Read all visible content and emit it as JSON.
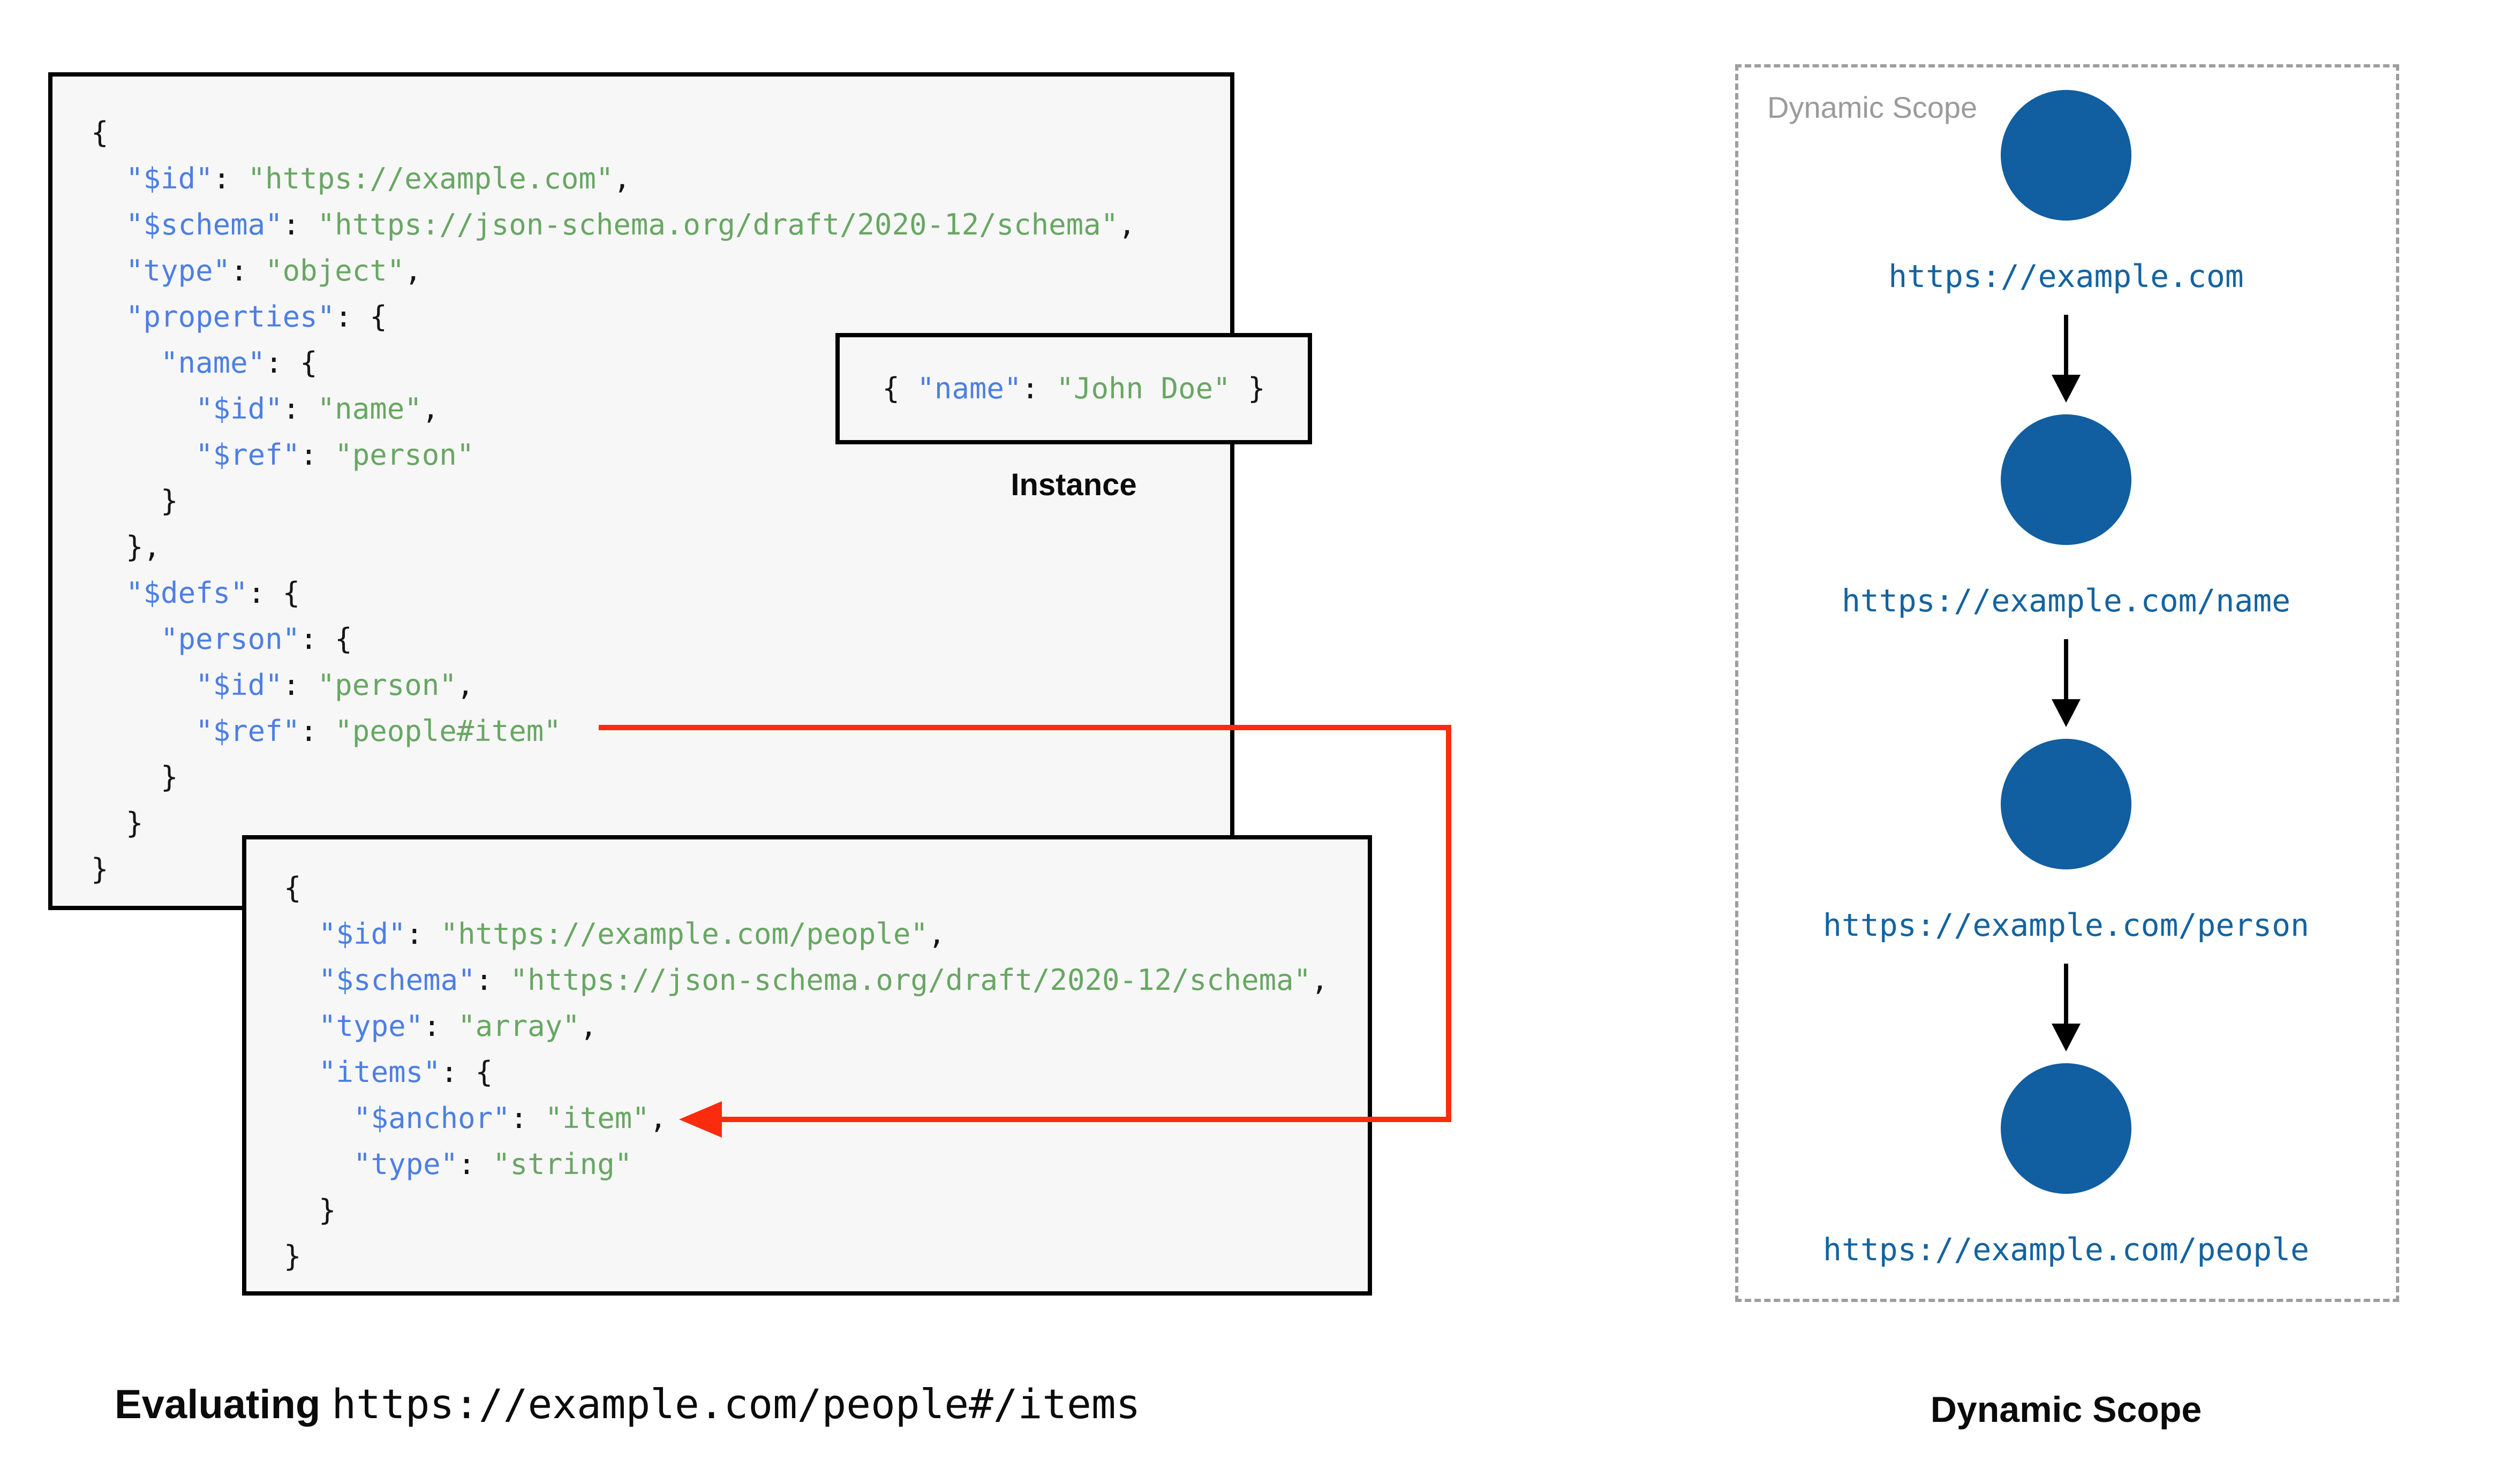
{
  "colors": {
    "key": "#4D7FE3",
    "str": "#68A763",
    "code": "#151515",
    "circle": "#115EA0",
    "url": "#1463A0",
    "red": "#FB2C0D",
    "gray": "#9B9B9B",
    "boxbg": "#F7F7F7",
    "border": "#000000",
    "dash": "#9E9E9E"
  },
  "schema_root": {
    "lines": [
      [
        {
          "t": "{",
          "c": "p"
        }
      ],
      [
        {
          "t": "  ",
          "c": "p"
        },
        {
          "t": "\"$id\"",
          "c": "k"
        },
        {
          "t": ": ",
          "c": "p"
        },
        {
          "t": "\"https://example.com\"",
          "c": "s"
        },
        {
          "t": ",",
          "c": "p"
        }
      ],
      [
        {
          "t": "  ",
          "c": "p"
        },
        {
          "t": "\"$schema\"",
          "c": "k"
        },
        {
          "t": ": ",
          "c": "p"
        },
        {
          "t": "\"https://json-schema.org/draft/2020-12/schema\"",
          "c": "s"
        },
        {
          "t": ",",
          "c": "p"
        }
      ],
      [
        {
          "t": "  ",
          "c": "p"
        },
        {
          "t": "\"type\"",
          "c": "k"
        },
        {
          "t": ": ",
          "c": "p"
        },
        {
          "t": "\"object\"",
          "c": "s"
        },
        {
          "t": ",",
          "c": "p"
        }
      ],
      [
        {
          "t": "  ",
          "c": "p"
        },
        {
          "t": "\"properties\"",
          "c": "k"
        },
        {
          "t": ": {",
          "c": "p"
        }
      ],
      [
        {
          "t": "    ",
          "c": "p"
        },
        {
          "t": "\"name\"",
          "c": "k"
        },
        {
          "t": ": {",
          "c": "p"
        }
      ],
      [
        {
          "t": "      ",
          "c": "p"
        },
        {
          "t": "\"$id\"",
          "c": "k"
        },
        {
          "t": ": ",
          "c": "p"
        },
        {
          "t": "\"name\"",
          "c": "s"
        },
        {
          "t": ",",
          "c": "p"
        }
      ],
      [
        {
          "t": "      ",
          "c": "p"
        },
        {
          "t": "\"$ref\"",
          "c": "k"
        },
        {
          "t": ": ",
          "c": "p"
        },
        {
          "t": "\"person\"",
          "c": "s"
        }
      ],
      [
        {
          "t": "    }",
          "c": "p"
        }
      ],
      [
        {
          "t": "  },",
          "c": "p"
        }
      ],
      [
        {
          "t": "  ",
          "c": "p"
        },
        {
          "t": "\"$defs\"",
          "c": "k"
        },
        {
          "t": ": {",
          "c": "p"
        }
      ],
      [
        {
          "t": "    ",
          "c": "p"
        },
        {
          "t": "\"person\"",
          "c": "k"
        },
        {
          "t": ": {",
          "c": "p"
        }
      ],
      [
        {
          "t": "      ",
          "c": "p"
        },
        {
          "t": "\"$id\"",
          "c": "k"
        },
        {
          "t": ": ",
          "c": "p"
        },
        {
          "t": "\"person\"",
          "c": "s"
        },
        {
          "t": ",",
          "c": "p"
        }
      ],
      [
        {
          "t": "      ",
          "c": "p"
        },
        {
          "t": "\"$ref\"",
          "c": "k"
        },
        {
          "t": ": ",
          "c": "p"
        },
        {
          "t": "\"people#item\"",
          "c": "s"
        }
      ],
      [
        {
          "t": "    }",
          "c": "p"
        }
      ],
      [
        {
          "t": "  }",
          "c": "p"
        }
      ],
      [
        {
          "t": "}",
          "c": "p"
        }
      ]
    ]
  },
  "instance": {
    "label": "Instance",
    "lines": [
      [
        {
          "t": "{ ",
          "c": "p"
        },
        {
          "t": "\"name\"",
          "c": "k"
        },
        {
          "t": ": ",
          "c": "p"
        },
        {
          "t": "\"John Doe\"",
          "c": "s"
        },
        {
          "t": " }",
          "c": "p"
        }
      ]
    ]
  },
  "schema_people": {
    "lines": [
      [
        {
          "t": "{",
          "c": "p"
        }
      ],
      [
        {
          "t": "  ",
          "c": "p"
        },
        {
          "t": "\"$id\"",
          "c": "k"
        },
        {
          "t": ": ",
          "c": "p"
        },
        {
          "t": "\"https://example.com/people\"",
          "c": "s"
        },
        {
          "t": ",",
          "c": "p"
        }
      ],
      [
        {
          "t": "  ",
          "c": "p"
        },
        {
          "t": "\"$schema\"",
          "c": "k"
        },
        {
          "t": ": ",
          "c": "p"
        },
        {
          "t": "\"https://json-schema.org/draft/2020-12/schema\"",
          "c": "s"
        },
        {
          "t": ",",
          "c": "p"
        }
      ],
      [
        {
          "t": "  ",
          "c": "p"
        },
        {
          "t": "\"type\"",
          "c": "k"
        },
        {
          "t": ": ",
          "c": "p"
        },
        {
          "t": "\"array\"",
          "c": "s"
        },
        {
          "t": ",",
          "c": "p"
        }
      ],
      [
        {
          "t": "  ",
          "c": "p"
        },
        {
          "t": "\"items\"",
          "c": "k"
        },
        {
          "t": ": {",
          "c": "p"
        }
      ],
      [
        {
          "t": "    ",
          "c": "p"
        },
        {
          "t": "\"$anchor\"",
          "c": "k"
        },
        {
          "t": ": ",
          "c": "p"
        },
        {
          "t": "\"item\"",
          "c": "s"
        },
        {
          "t": ",",
          "c": "p"
        }
      ],
      [
        {
          "t": "    ",
          "c": "p"
        },
        {
          "t": "\"type\"",
          "c": "k"
        },
        {
          "t": ": ",
          "c": "p"
        },
        {
          "t": "\"string\"",
          "c": "s"
        }
      ],
      [
        {
          "t": "  }",
          "c": "p"
        }
      ],
      [
        {
          "t": "}",
          "c": "p"
        }
      ]
    ]
  },
  "dynamic_scope": {
    "panel_label": "Dynamic Scope",
    "caption": "Dynamic Scope",
    "nodes": [
      {
        "url": "https://example.com"
      },
      {
        "url": "https://example.com/name"
      },
      {
        "url": "https://example.com/person"
      },
      {
        "url": "https://example.com/people"
      }
    ]
  },
  "evaluating": {
    "prefix": "Evaluating ",
    "uri": "https://example.com/people#/items"
  }
}
